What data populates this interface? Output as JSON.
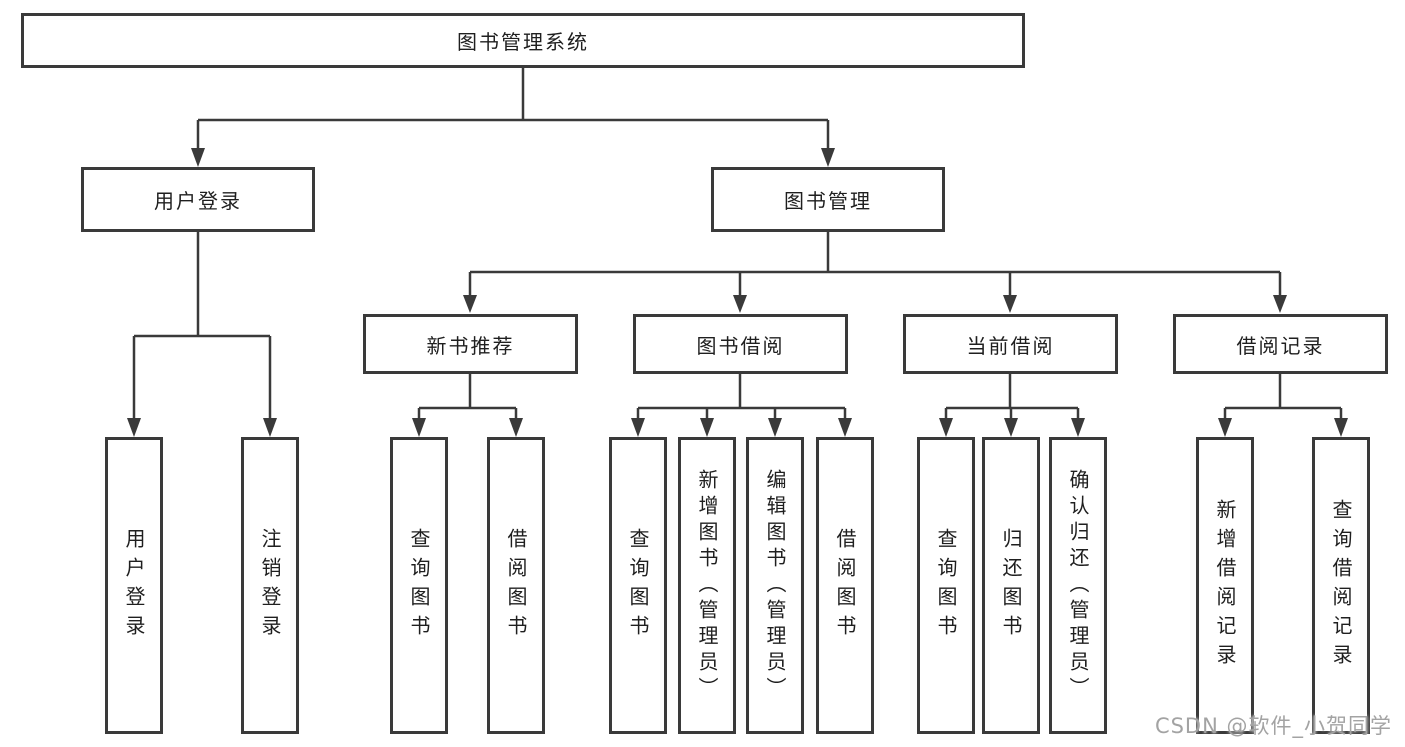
{
  "tree": {
    "label": "图书管理系统",
    "children": [
      {
        "label": "用户登录",
        "children": [
          {
            "label": "用户登录"
          },
          {
            "label": "注销登录"
          }
        ]
      },
      {
        "label": "图书管理",
        "children": [
          {
            "label": "新书推荐",
            "children": [
              {
                "label": "查询图书"
              },
              {
                "label": "借阅图书"
              }
            ]
          },
          {
            "label": "图书借阅",
            "children": [
              {
                "label": "查询图书"
              },
              {
                "label": "新增图书（管理员）"
              },
              {
                "label": "编辑图书（管理员）"
              },
              {
                "label": "借阅图书"
              }
            ]
          },
          {
            "label": "当前借阅",
            "children": [
              {
                "label": "查询图书"
              },
              {
                "label": "归还图书"
              },
              {
                "label": "确认归还（管理员）"
              }
            ]
          },
          {
            "label": "借阅记录",
            "children": [
              {
                "label": "新增借阅记录"
              },
              {
                "label": "查询借阅记录"
              }
            ]
          }
        ]
      }
    ]
  },
  "watermark": {
    "text": "CSDN @软件_小贺同学"
  },
  "colors": {
    "line": "#3a3a3a",
    "box_border": "#3a3a3a",
    "text": "#1f1f1f",
    "watermark": "#a3a3a3",
    "background": "#ffffff"
  }
}
